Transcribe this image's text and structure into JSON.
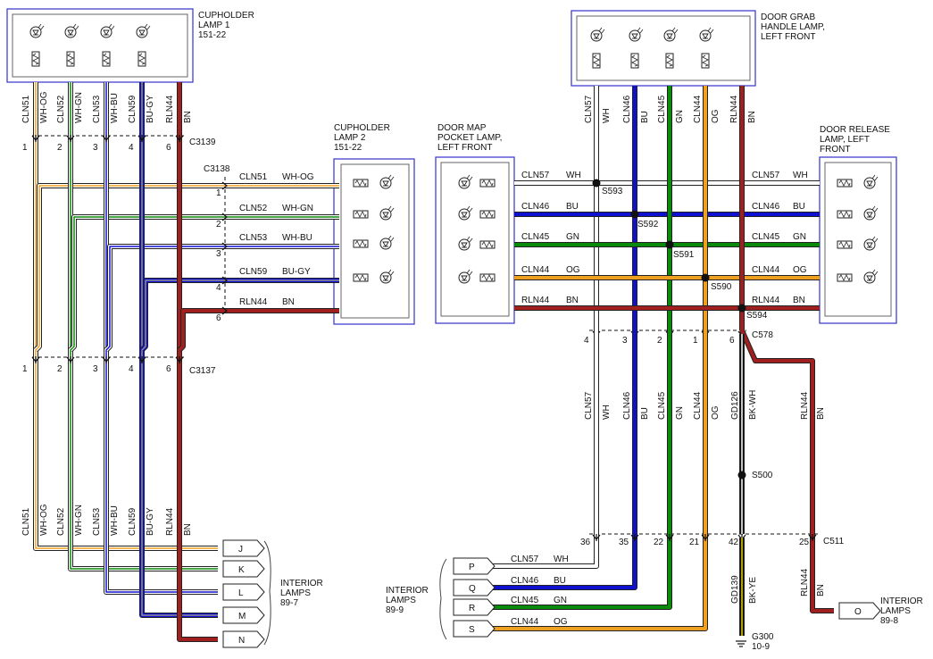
{
  "colors": {
    "WH": "#ffffff",
    "OG": "#f0a020",
    "GN": "#0a8a0a",
    "BU": "#1010d0",
    "BN": "#a02020",
    "GY": "#909090",
    "BK": "#111111",
    "YE": "#e8d000",
    "outline": "#333333",
    "box_border": "#3333cc"
  },
  "components": {
    "cupholder_lamp_1": {
      "lines": [
        "CUPHOLDER",
        "LAMP 1",
        "151-22"
      ]
    },
    "cupholder_lamp_2": {
      "lines": [
        "CUPHOLDER",
        "LAMP 2",
        "151-22"
      ]
    },
    "door_map_pocket_lamp": {
      "lines": [
        "DOOR MAP",
        "POCKET LAMP,",
        "LEFT FRONT"
      ]
    },
    "door_grab_handle_lamp": {
      "lines": [
        "DOOR GRAB",
        "HANDLE LAMP,",
        "LEFT FRONT"
      ]
    },
    "door_release_lamp": {
      "lines": [
        "DOOR RELEASE",
        "LAMP, LEFT",
        "FRONT"
      ]
    }
  },
  "connectors": {
    "c3139": "C3139",
    "c3138": "C3138",
    "c3137": "C3137",
    "c578": "C578",
    "c511": "C511"
  },
  "splices": {
    "s593": "S593",
    "s592": "S592",
    "s591": "S591",
    "s590": "S590",
    "s594": "S594",
    "s500": "S500"
  },
  "ground": {
    "id": "G300",
    "ref": "10-9"
  },
  "interior_lamps": {
    "left": {
      "lines": [
        "INTERIOR",
        "LAMPS",
        "89-7"
      ],
      "pins": [
        "J",
        "K",
        "L",
        "M",
        "N"
      ]
    },
    "mid": {
      "lines": [
        "INTERIOR",
        "LAMPS",
        "89-9"
      ],
      "pins": [
        "P",
        "Q",
        "R",
        "S"
      ]
    },
    "right": {
      "lines": [
        "INTERIOR",
        "LAMPS",
        "89-8"
      ],
      "pins": [
        "O"
      ]
    }
  },
  "left_wires": [
    {
      "circuit": "CLN51",
      "color_code": "WH-OG",
      "pin": "1"
    },
    {
      "circuit": "CLN52",
      "color_code": "WH-GN",
      "pin": "2"
    },
    {
      "circuit": "CLN53",
      "color_code": "WH-BU",
      "pin": "3"
    },
    {
      "circuit": "CLN59",
      "color_code": "BU-GY",
      "pin": "4"
    },
    {
      "circuit": "RLN44",
      "color_code": "BN",
      "pin": "6"
    }
  ],
  "right_wires": [
    {
      "circuit": "CLN57",
      "color_code": "WH",
      "pin_c578": "4",
      "pin_c511": "36"
    },
    {
      "circuit": "CLN46",
      "color_code": "BU",
      "pin_c578": "3",
      "pin_c511": "35"
    },
    {
      "circuit": "CLN45",
      "color_code": "GN",
      "pin_c578": "2",
      "pin_c511": "22"
    },
    {
      "circuit": "CLN44",
      "color_code": "OG",
      "pin_c578": "1",
      "pin_c511": "21"
    },
    {
      "circuit": "RLN44",
      "color_code": "BN",
      "pin_c578": "6",
      "pin_c511": "25"
    }
  ],
  "ground_wires": {
    "upper": {
      "circuit": "GD126",
      "color_code": "BK-WH"
    },
    "lower": {
      "circuit": "GD139",
      "color_code": "BK-YE",
      "pin": "42"
    }
  }
}
